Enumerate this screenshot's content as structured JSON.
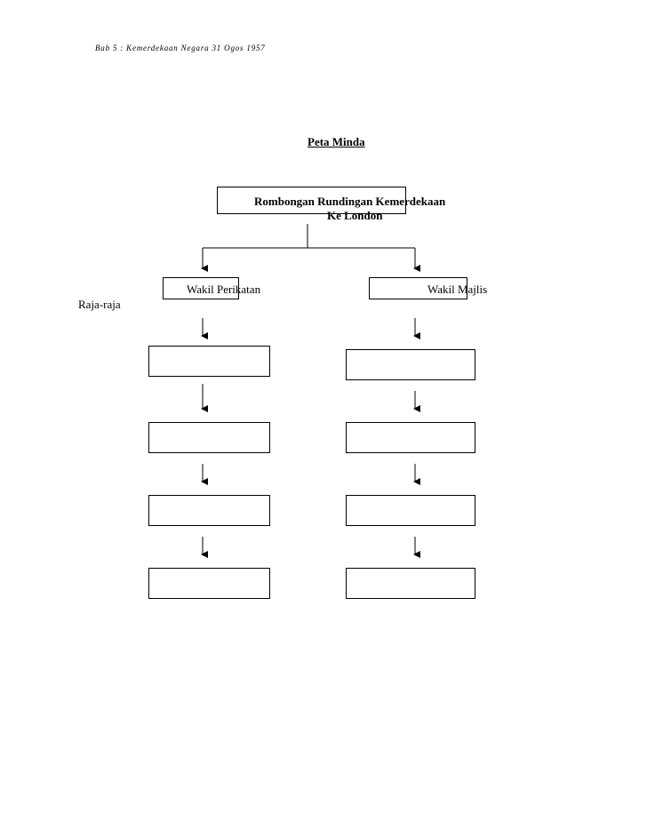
{
  "header": {
    "text": "Bab 5 : Kemerdekaan  Negara  31 Ogos 1957"
  },
  "title": "Peta Minda",
  "root": {
    "line1": "Rombongan Rundingan Kemerdekaan",
    "line2": "Ke London"
  },
  "branches": {
    "left": {
      "label": "Wakil Perikatan"
    },
    "right": {
      "label": "Wakil Majlis"
    }
  },
  "side_label": "Raja-raja",
  "empty_boxes_per_branch": 4
}
